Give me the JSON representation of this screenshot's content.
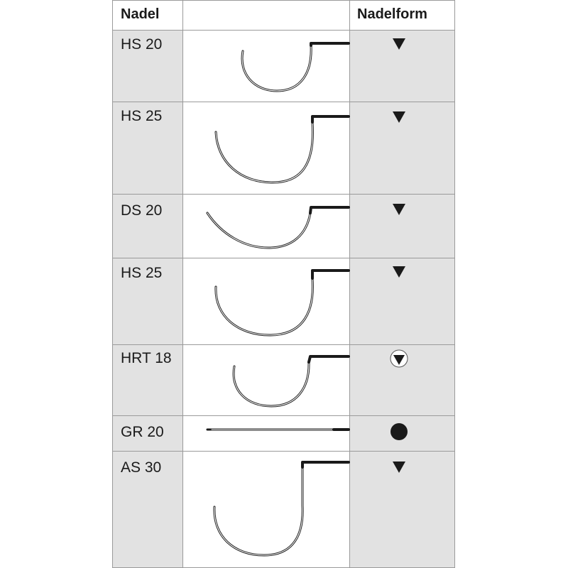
{
  "header": {
    "col_needle": "Nadel",
    "col_image": "",
    "col_shape": "Nadelform"
  },
  "rows": [
    {
      "name": "HS 20",
      "shape": "triangle-down-icon"
    },
    {
      "name": "HS 25",
      "shape": "triangle-down-icon"
    },
    {
      "name": "DS 20",
      "shape": "triangle-down-icon"
    },
    {
      "name": "HS 25",
      "shape": "triangle-down-icon"
    },
    {
      "name": "HRT 18",
      "shape": "circled-triangle-down-icon"
    },
    {
      "name": "GR 20",
      "shape": "filled-circle-icon"
    },
    {
      "name": "AS 30",
      "shape": "triangle-down-icon"
    }
  ],
  "colors": {
    "cell_gray": "#e2e2e2",
    "border": "#9a9a9a",
    "ink": "#1a1a1a"
  }
}
